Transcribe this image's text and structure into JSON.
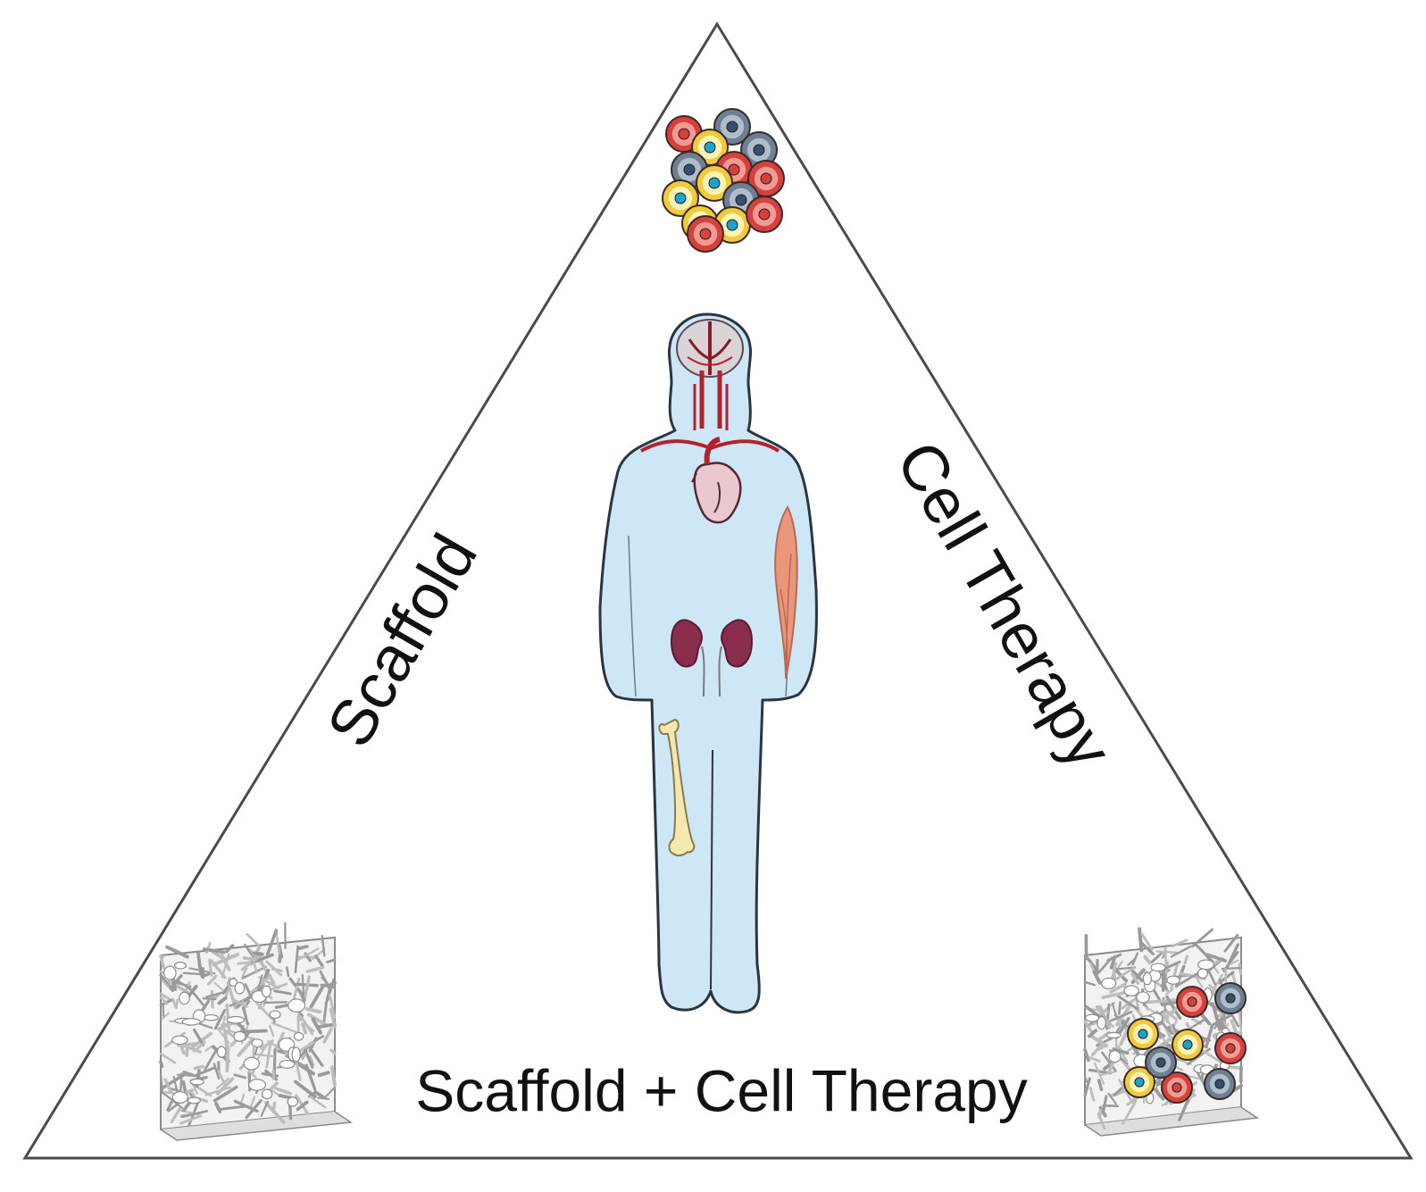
{
  "labels": {
    "left_side": "Scaffold",
    "right_side": "Cell Therapy",
    "bottom": "Scaffold + Cell Therapy"
  },
  "icons": {
    "top_vertex": "cell-cluster-icon",
    "bottom_left": "scaffold-mesh-icon",
    "bottom_right": "cell-seeded-scaffold-icon",
    "center": "human-body-icon"
  },
  "colors": {
    "body_fill": "#cde7f7",
    "body_outline": "#2a3540",
    "vessel_red": "#b3212b",
    "kidney": "#8a2c4c",
    "muscle": "#e9967a",
    "bone": "#f4e7b0",
    "cell_red": "#d8403b",
    "cell_yellow": "#f2cb3a",
    "cell_grey": "#6d7f92",
    "cell_nucleus_blue": "#19a3cc",
    "triangle_stroke": "#4a4a4a"
  }
}
